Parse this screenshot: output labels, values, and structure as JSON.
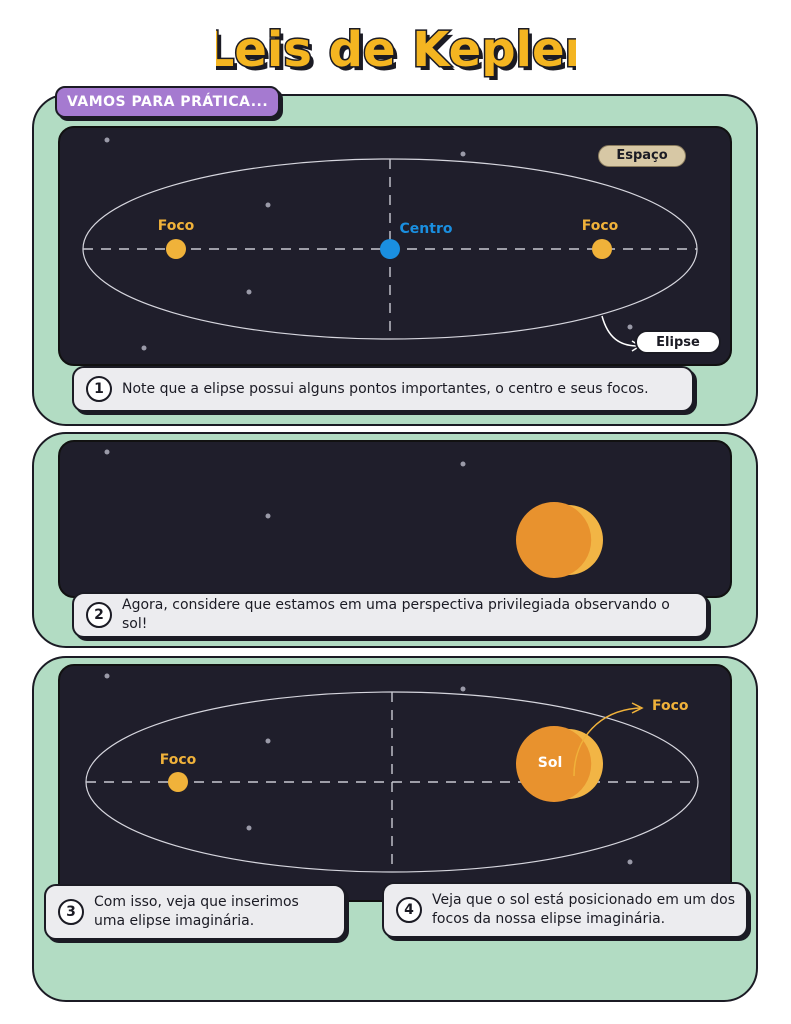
{
  "title": "Leis de Kepler",
  "tag": "VAMOS PARA PRÁTICA...",
  "colors": {
    "panel": "#b2dcc3",
    "space": "#1f1e2b",
    "focus": "#f0b23a",
    "center": "#1a8fe0",
    "sun": "#e8922e",
    "title_fill": "#f4b521",
    "tag": "#a57ad0"
  },
  "panel1": {
    "space_label": "Espaço",
    "focus_left": "Foco",
    "center": "Centro",
    "focus_right": "Foco",
    "ellipse_label": "Elipse",
    "step_number": "1",
    "step_text": "Note que a elipse possui alguns pontos importantes, o centro e seus focos."
  },
  "panel2": {
    "step_number": "2",
    "step_text": "Agora, considere que estamos em uma perspectiva privilegiada observando o sol!"
  },
  "panel3": {
    "focus_left": "Foco",
    "sun": "Sol",
    "focus_right": "Foco",
    "step3_number": "3",
    "step3_text": "Com isso, veja que inserimos uma elipse imaginária.",
    "step4_number": "4",
    "step4_text": "Veja que o sol está posicionado em um dos focos da nossa elipse imaginária."
  }
}
